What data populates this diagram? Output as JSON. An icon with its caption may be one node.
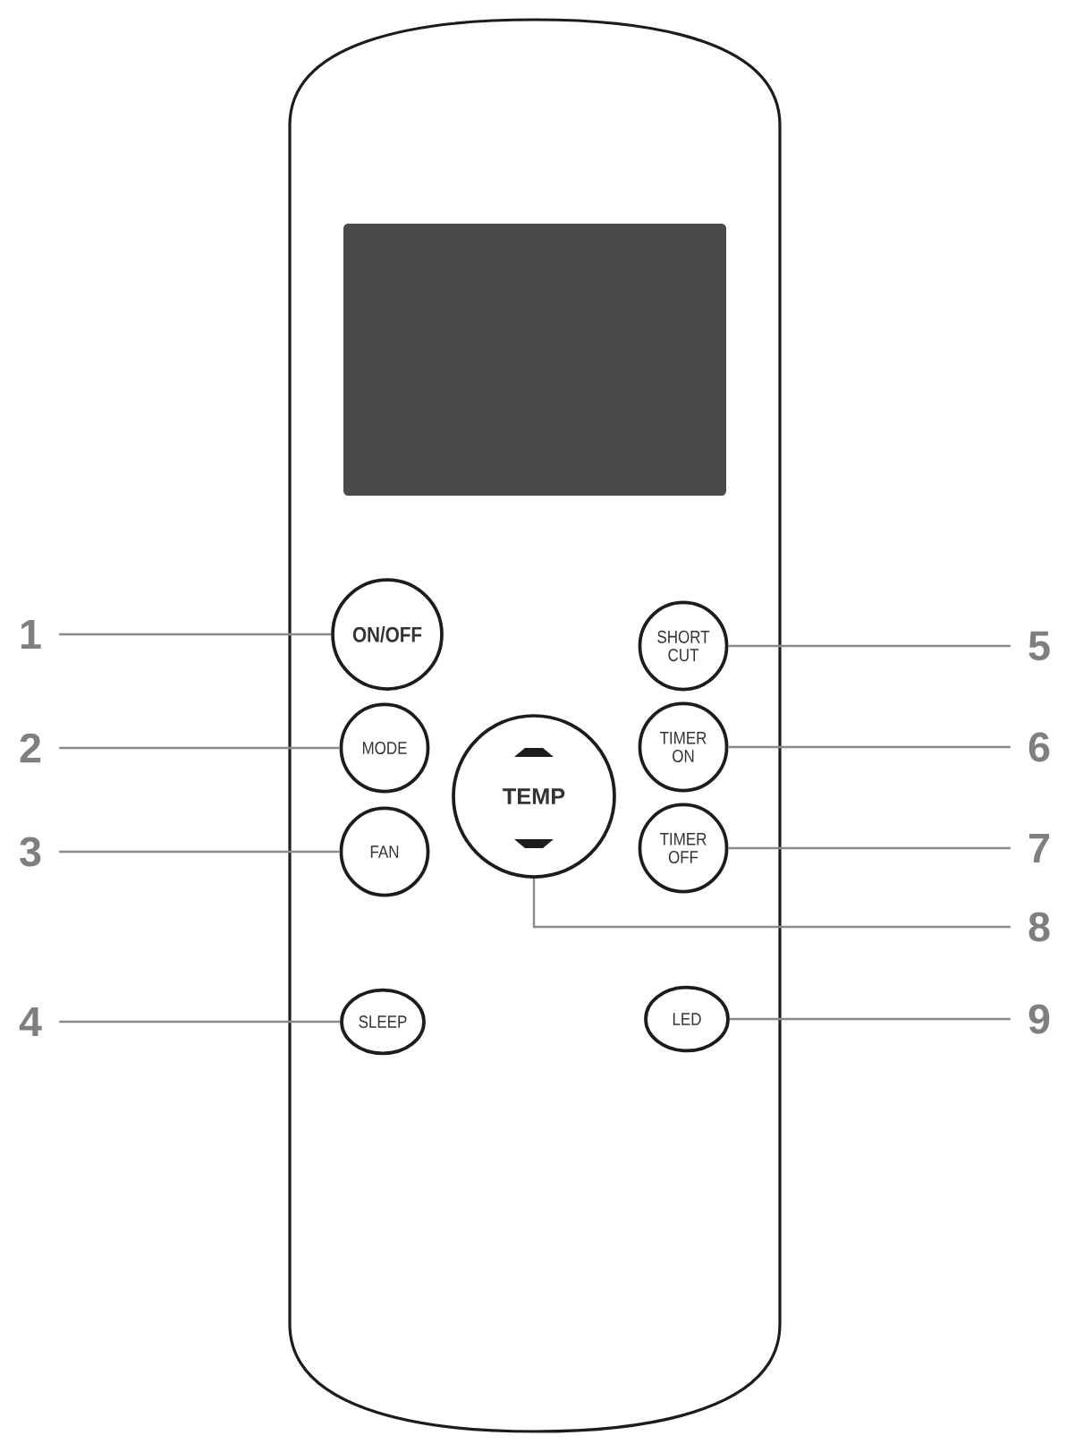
{
  "diagram": {
    "nodes": [
      {
        "text": [
          "1"
        ]
      },
      {
        "text": [
          "ON/OFF"
        ]
      },
      {
        "text": [
          "SHORT CUT"
        ]
      },
      {
        "text": [
          "5"
        ]
      },
      {
        "text": [
          "2"
        ]
      },
      {
        "text": [
          "MODE"
        ]
      },
      {
        "text": [
          "TEMP"
        ]
      },
      {
        "text": [
          "TIMER ON"
        ]
      },
      {
        "text": [
          "6"
        ]
      },
      {
        "text": [
          "3"
        ]
      },
      {
        "text": [
          "FAN"
        ]
      },
      {
        "text": [
          "TIMER OFF"
        ]
      },
      {
        "text": [
          "7"
        ]
      },
      {
        "text": [
          "8"
        ]
      },
      {
        "text": [
          "4"
        ]
      },
      {
        "text": [
          "SLEEP"
        ]
      },
      {
        "text": [
          "LED"
        ]
      },
      {
        "text": [
          "9"
        ]
      }
    ],
    "edges": [
      {
        "from": 0,
        "to": 1,
        "arrow": "none"
      },
      {
        "from": 3,
        "to": 2,
        "arrow": "none"
      },
      {
        "from": 4,
        "to": 5,
        "arrow": "none"
      },
      {
        "from": 8,
        "to": 7,
        "arrow": "none"
      },
      {
        "from": 9,
        "to": 10,
        "arrow": "none"
      },
      {
        "from": 12,
        "to": 11,
        "arrow": "none"
      },
      {
        "from": 13,
        "to": 6,
        "arrow": "none"
      },
      {
        "from": 14,
        "to": 15,
        "arrow": "none"
      },
      {
        "from": 17,
        "to": 16,
        "arrow": "none"
      }
    ]
  }
}
